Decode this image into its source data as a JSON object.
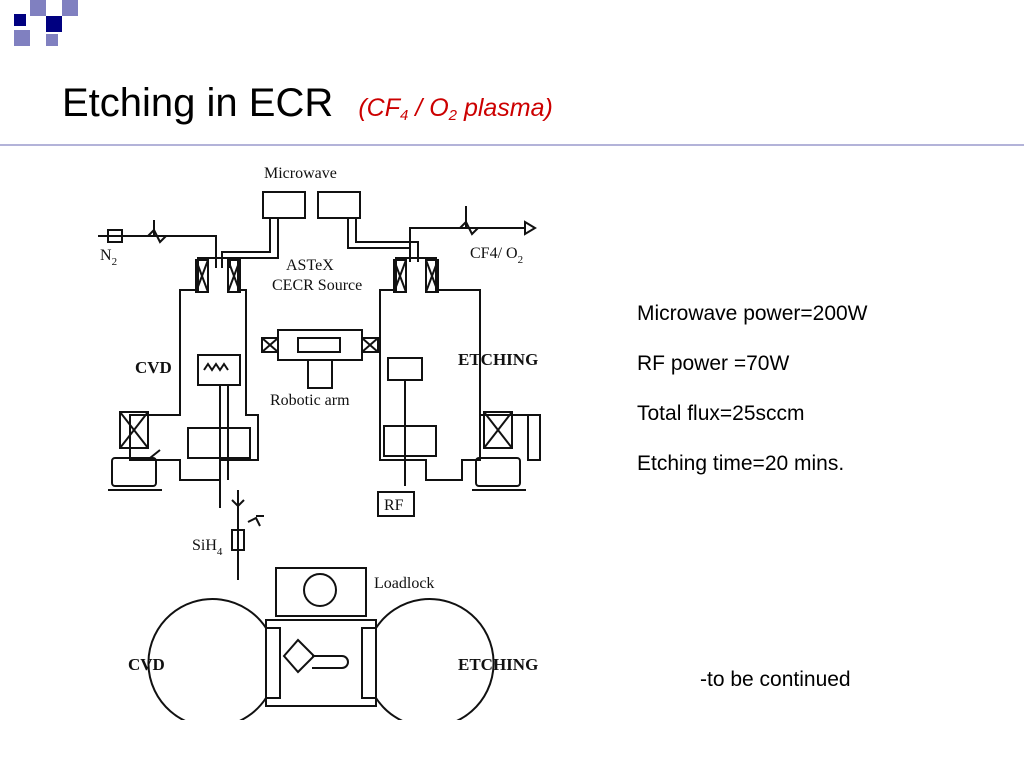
{
  "slide": {
    "title_main": "Etching in ECR",
    "title_sub_prefix": "(CF",
    "title_sub_sub1": "4",
    "title_sub_mid": " / O",
    "title_sub_sub2": "2",
    "title_sub_suffix": " plasma)",
    "colors": {
      "title_sub": "#cc0000",
      "rule": "#b3b3d9",
      "corner_dark": "#000080",
      "corner_light": "#8080c0"
    }
  },
  "diagram": {
    "microwave": "Microwave",
    "n2_base": "N",
    "n2_sub": "2",
    "cf4o2_base": "CF4/ O",
    "cf4o2_sub": "2",
    "source_line1": "ASTeX",
    "source_line2": "CECR Source",
    "cvd": "CVD",
    "etching": "ETCHING",
    "robotic_arm": "Robotic arm",
    "rf": "RF",
    "sih4_base": "SiH",
    "sih4_sub": "4",
    "loadlock": "Loadlock",
    "cvd_bottom": "CVD",
    "etching_bottom": "ETCHING"
  },
  "params": [
    "Microwave power=200W",
    "RF power =70W",
    "Total flux=25sccm",
    "Etching time=20 mins."
  ],
  "footnote": "-to be continued"
}
